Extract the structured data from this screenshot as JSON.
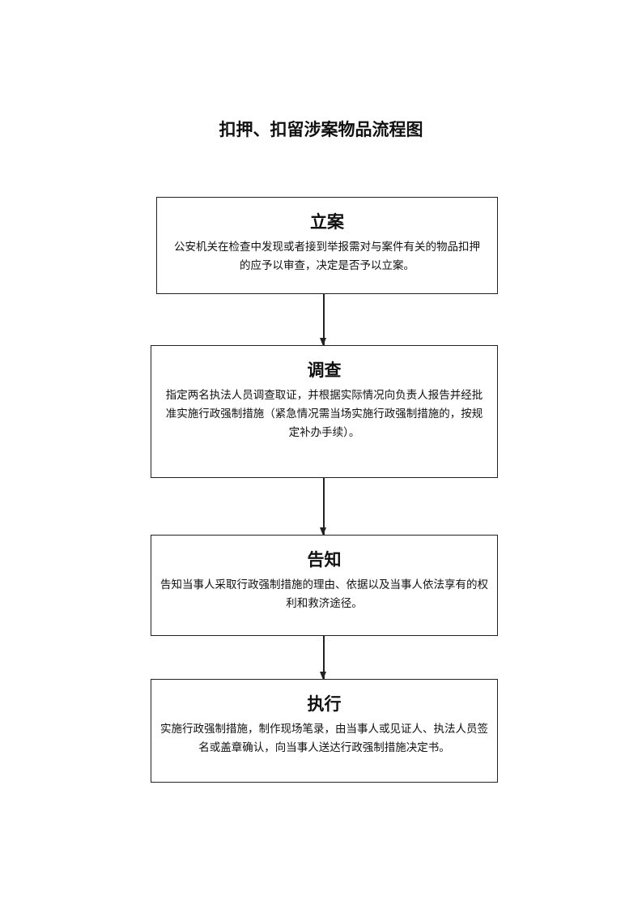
{
  "title": "扣押、扣留涉案物品流程图",
  "steps": [
    {
      "heading": "立案",
      "lines": [
        "公安机关在检查中发现或者接到举报需对与案件有关的物品扣押",
        "的应予以审查，决定是否予以立案。"
      ]
    },
    {
      "heading": "调查",
      "lines": [
        "指定两名执法人员调查取证，并根据实际情况向负责人报告并经批",
        "准实施行政强制措施（紧急情况需当场实施行政强制措施的，按规",
        "定补办手续）。"
      ]
    },
    {
      "heading": "告知",
      "lines": [
        "告知当事人采取行政强制措施的理由、依据以及当事人依法享有的权",
        "利和救济途径。"
      ]
    },
    {
      "heading": "执行",
      "lines": [
        "实施行政强制措施，制作现场笔录，由当事人或见证人、执法人员签",
        "名或盖章确认，向当事人送达行政强制措施决定书。"
      ]
    }
  ]
}
